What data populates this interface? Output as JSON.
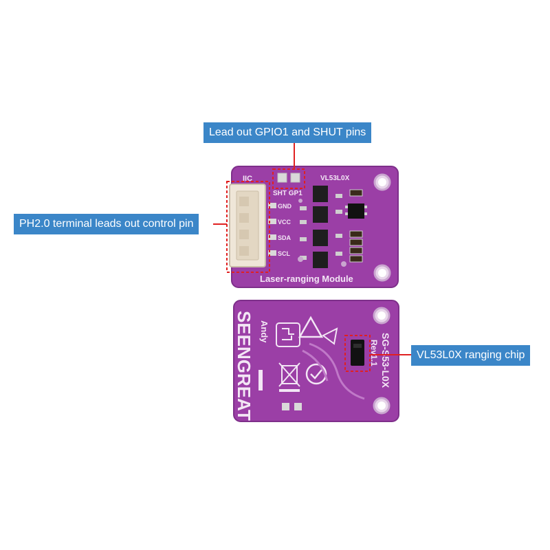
{
  "callouts": {
    "gpio": "Lead out GPIO1 and SHUT pins",
    "ph": "PH2.0 terminal leads out control pin",
    "chip": "VL53L0X ranging chip"
  },
  "front_board": {
    "iic_label": "IIC",
    "chip_label": "VL53L0X",
    "header_labels": "SHT GP1",
    "pins": [
      "GND",
      "VCC",
      "SDA",
      "SCL"
    ],
    "footer": "Laser-ranging Module"
  },
  "back_board": {
    "brand": "SEENGREAT",
    "author": "Andy",
    "model": "SG-S53-L0X",
    "rev": "Rev1.1"
  },
  "colors": {
    "pcb": "#9b3fa6",
    "callout": "#3b86c8",
    "marker": "#e02020"
  }
}
